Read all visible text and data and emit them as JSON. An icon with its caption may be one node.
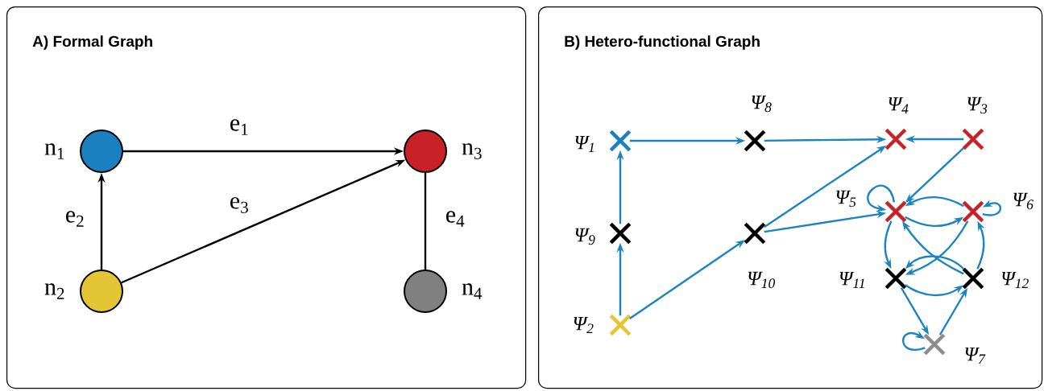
{
  "diagram": {
    "nodes": [
      {
        "text": [
          "A) Formal Graph"
        ]
      },
      {
        "text": [],
        "shape": "circle",
        "in": 0,
        "beside": [
          "n$_{1}$"
        ]
      },
      {
        "text": [],
        "shape": "circle",
        "in": 0,
        "beside": [
          "n$_{2}$"
        ]
      },
      {
        "text": [],
        "shape": "circle",
        "in": 0,
        "beside": [
          "n$_{3}$"
        ]
      },
      {
        "text": [],
        "shape": "circle",
        "in": 0,
        "beside": [
          "n$_{4}$"
        ]
      },
      {
        "text": [
          "B) Hetero-functional Graph"
        ]
      },
      {
        "text": [
          "Ψ$_{1}$"
        ],
        "in": 5
      },
      {
        "text": [
          "Ψ$_{2}$"
        ],
        "in": 5
      },
      {
        "text": [
          "Ψ$_{3}$"
        ],
        "in": 5
      },
      {
        "text": [
          "Ψ$_{4}$"
        ],
        "in": 5
      },
      {
        "text": [
          "Ψ$_{5}$"
        ],
        "in": 5
      },
      {
        "text": [
          "Ψ$_{6}$"
        ],
        "in": 5
      },
      {
        "text": [
          "Ψ$_{7}$"
        ],
        "in": 5
      },
      {
        "text": [
          "Ψ$_{8}$"
        ],
        "in": 5
      },
      {
        "text": [
          "Ψ$_{9}$"
        ],
        "in": 5
      },
      {
        "text": [
          "Ψ$_{10}$"
        ],
        "in": 5
      },
      {
        "text": [
          "Ψ$_{11}$"
        ],
        "in": 5
      },
      {
        "text": [
          "Ψ$_{12}$"
        ],
        "in": 5
      }
    ],
    "edges": [
      {
        "from": 1,
        "to": 3,
        "arrow": "to",
        "label": "e$_{1}$",
        "color": "#000000"
      },
      {
        "from": 2,
        "to": 1,
        "arrow": "to",
        "label": "e$_{2}$",
        "color": "#000000"
      },
      {
        "from": 2,
        "to": 3,
        "arrow": "to",
        "label": "e$_{3}$",
        "color": "#000000"
      },
      {
        "from": 3,
        "to": 4,
        "arrow": "none",
        "label": "e$_{4}$",
        "color": "#000000"
      },
      {
        "from": 6,
        "to": 13,
        "arrow": "to"
      },
      {
        "from": 13,
        "to": 9,
        "arrow": "to"
      },
      {
        "from": 8,
        "to": 9,
        "arrow": "to"
      },
      {
        "from": 14,
        "to": 6,
        "arrow": "to"
      },
      {
        "from": 7,
        "to": 14,
        "arrow": "to"
      },
      {
        "from": 7,
        "to": 15,
        "arrow": "to"
      },
      {
        "from": 15,
        "to": 9,
        "arrow": "to"
      },
      {
        "from": 15,
        "to": 10,
        "arrow": "to"
      },
      {
        "from": 8,
        "to": 10,
        "arrow": "to"
      },
      {
        "from": 10,
        "to": 10,
        "arrow": "to"
      },
      {
        "from": 11,
        "to": 10,
        "arrow": "to"
      },
      {
        "from": 10,
        "to": 11,
        "arrow": "to"
      },
      {
        "from": 11,
        "to": 11,
        "arrow": "to"
      },
      {
        "from": 10,
        "to": 16,
        "arrow": "to"
      },
      {
        "from": 11,
        "to": 16,
        "arrow": "to"
      },
      {
        "from": 17,
        "to": 10,
        "arrow": "to"
      },
      {
        "from": 17,
        "to": 11,
        "arrow": "to"
      },
      {
        "from": 17,
        "to": 16,
        "arrow": "to"
      },
      {
        "from": 16,
        "to": 17,
        "arrow": "to"
      },
      {
        "from": 16,
        "to": 12,
        "arrow": "to"
      },
      {
        "from": 12,
        "to": 17,
        "arrow": "to"
      },
      {
        "from": 12,
        "to": 12,
        "arrow": "to"
      }
    ]
  }
}
